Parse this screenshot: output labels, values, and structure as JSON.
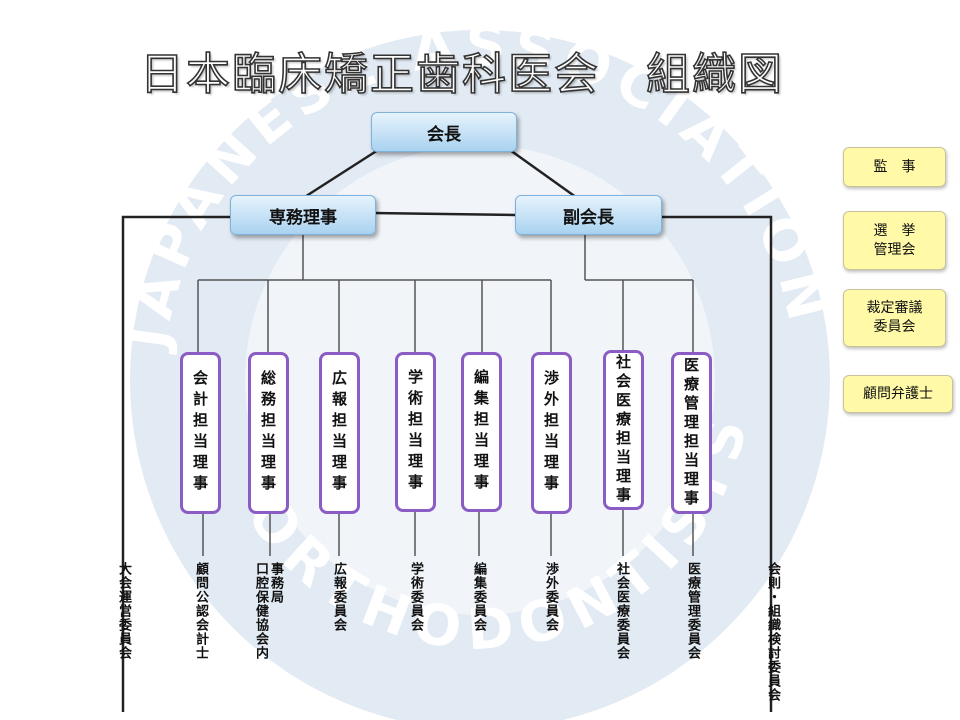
{
  "title": "日本臨床矯正歯科医会　組織図",
  "watermark": "JAPANESE ASSOCIATION OF ORTHODONTISTS",
  "top_nodes": {
    "president": "会長",
    "executive_director": "専務理事",
    "vice_president": "副会長"
  },
  "directors": [
    "会計担当理事",
    "総務担当理事",
    "広報担当理事",
    "学術担当理事",
    "編集担当理事",
    "渉外担当理事",
    "社会医療担当理事",
    "医療管理担当理事"
  ],
  "committees": [
    "大会運営委員会",
    "顧問公認会計士",
    "事務局\n口腔保健協会内",
    "広報委員会",
    "学術委員会",
    "編集委員会",
    "渉外委員会",
    "社会医療委員会",
    "医療管理委員会",
    "会則・組織検討委員会"
  ],
  "side_boxes": [
    "監　事",
    "選　挙\n管理会",
    "裁定審議\n委員会",
    "顧問弁護士"
  ],
  "colors": {
    "node_blue": "#a9d2f0",
    "director_border": "#8a5cc4",
    "side_box_yellow": "#fff9a8",
    "watermark": "#c9d7e6"
  }
}
